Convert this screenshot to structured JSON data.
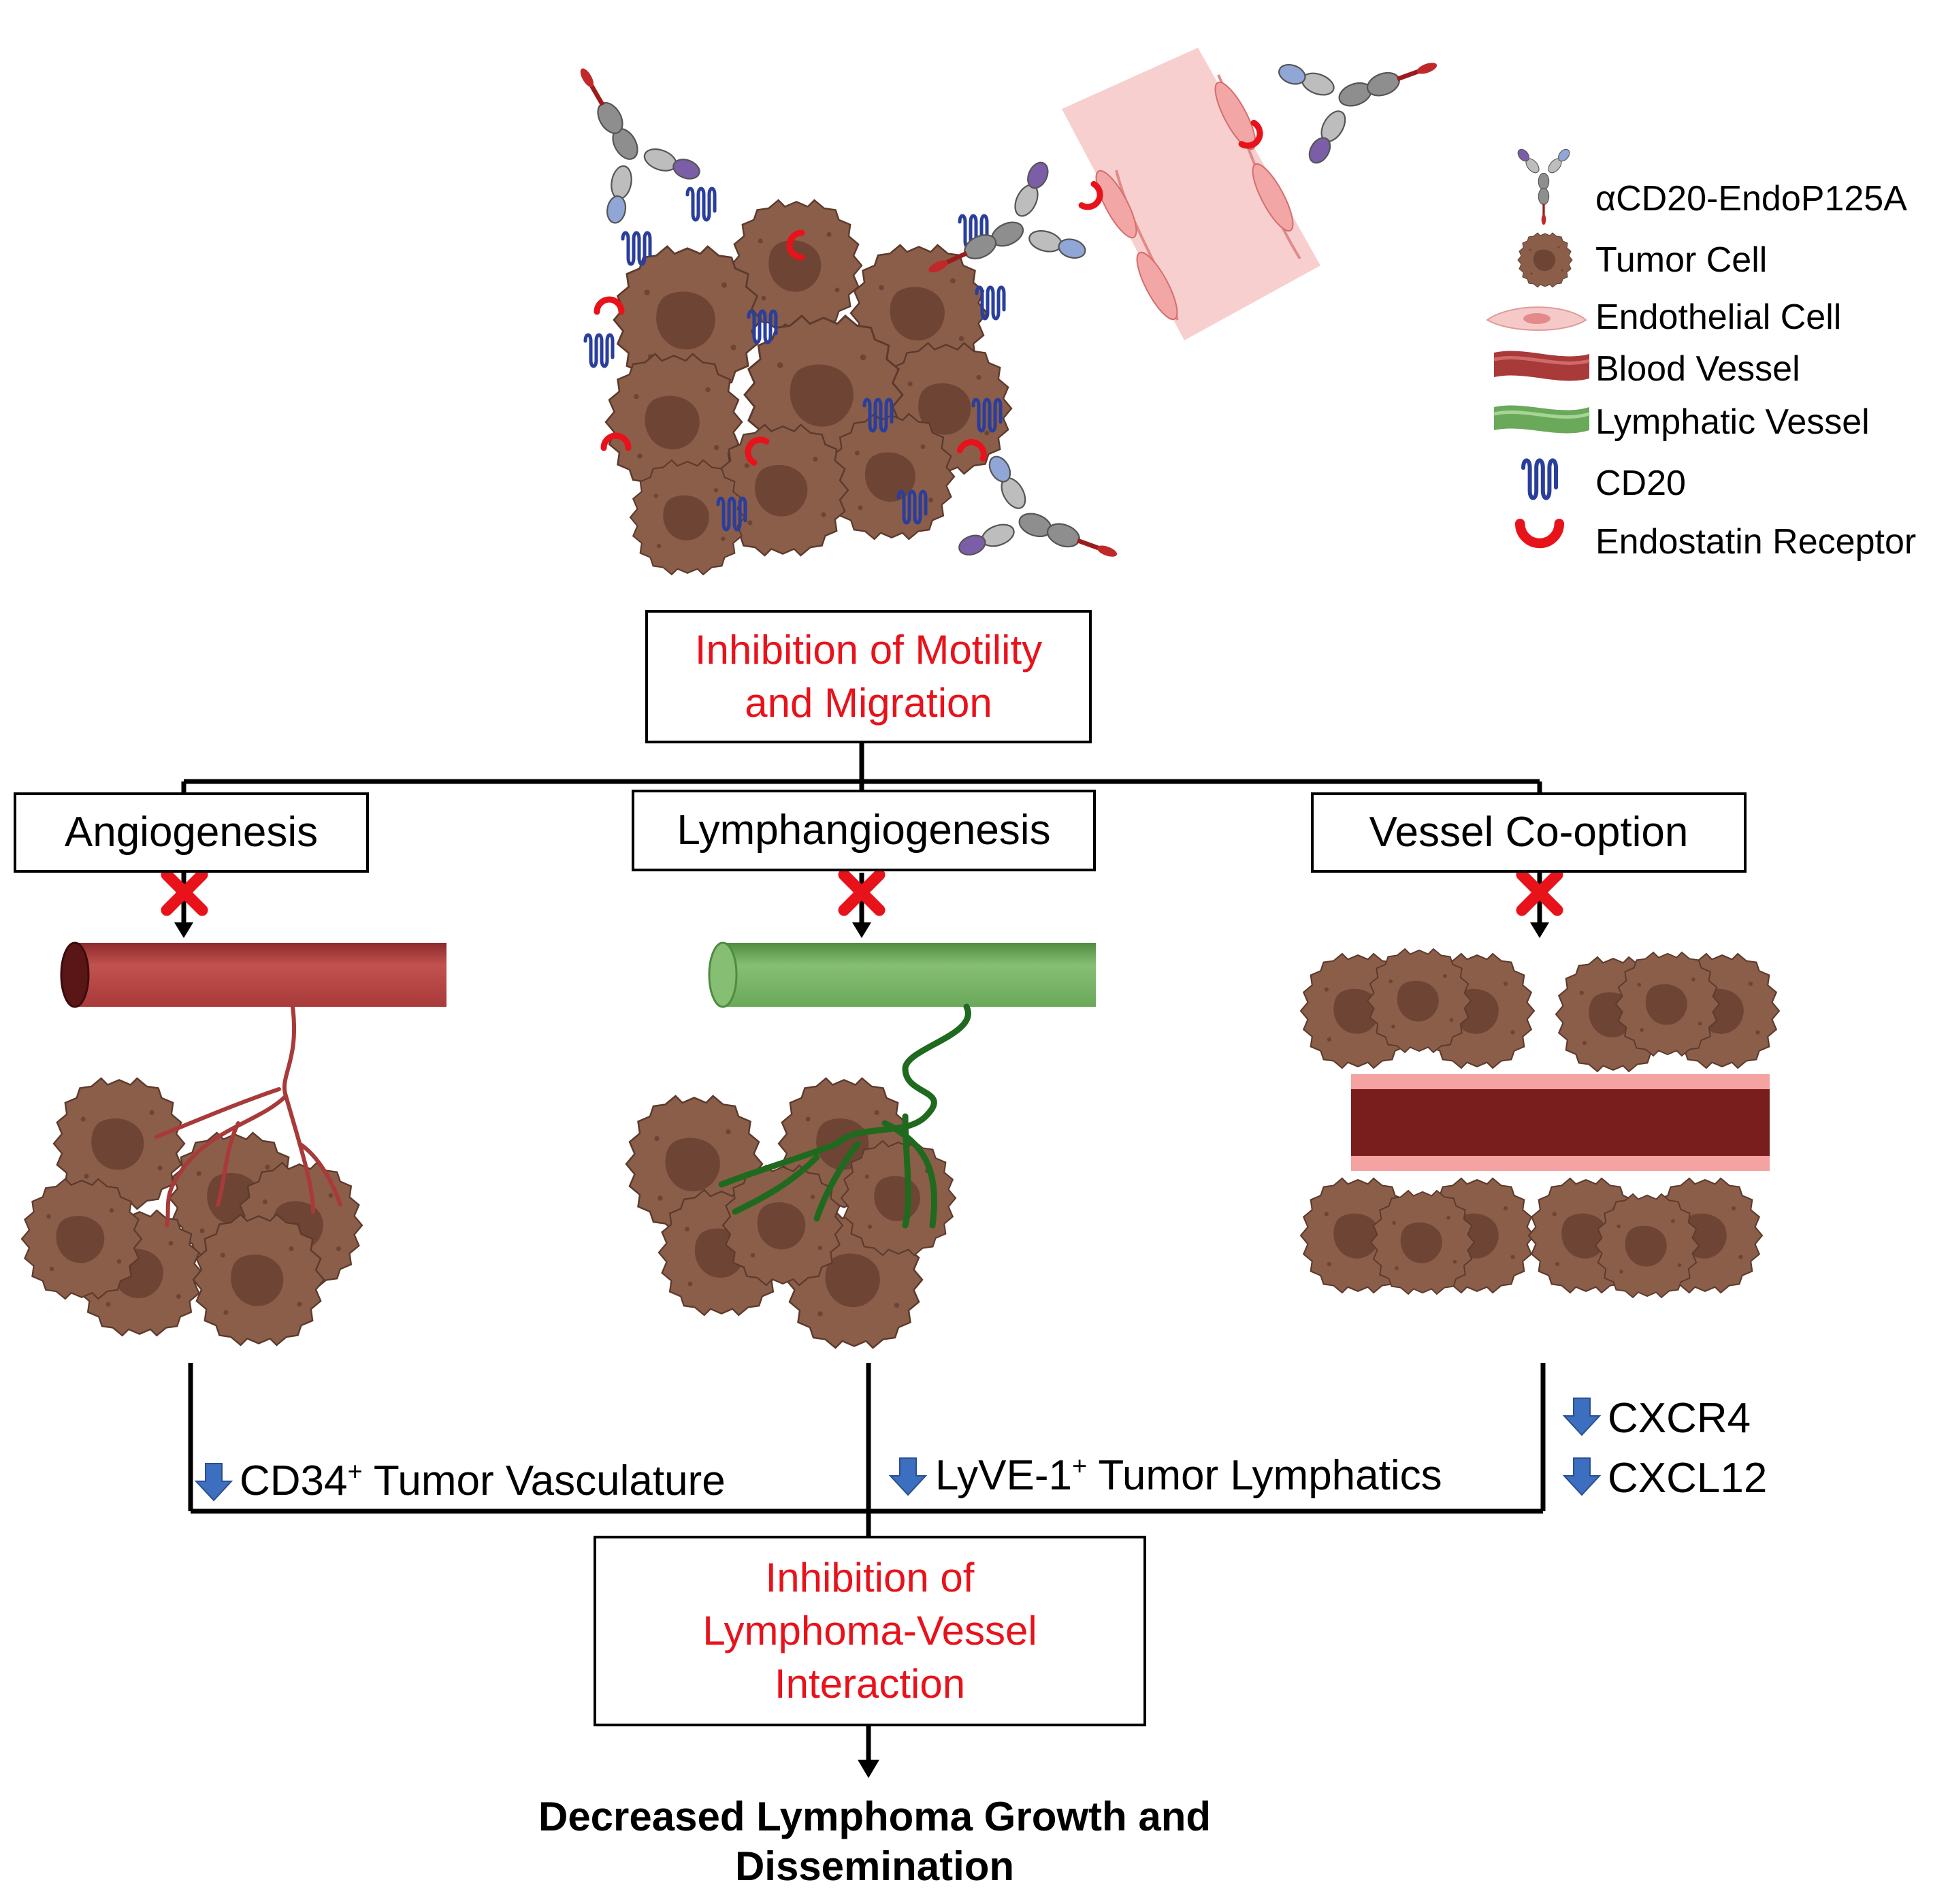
{
  "legend": {
    "items": [
      {
        "label": "αCD20-EndoP125A",
        "icon": "antibody-icon"
      },
      {
        "label": "Tumor Cell",
        "icon": "tumor-cell-icon"
      },
      {
        "label": "Endothelial Cell",
        "icon": "endothelial-cell-icon"
      },
      {
        "label": "Blood Vessel",
        "icon": "blood-vessel-icon"
      },
      {
        "label": "Lymphatic Vessel",
        "icon": "lymphatic-vessel-icon"
      },
      {
        "label": "CD20",
        "icon": "cd20-icon"
      },
      {
        "label": "Endostatin Receptor",
        "icon": "endostatin-receptor-icon"
      }
    ]
  },
  "top_box": {
    "line1": "Inhibition of Motility",
    "line2": "and Migration"
  },
  "branches": [
    {
      "label": "Angiogenesis"
    },
    {
      "label": "Lymphangiogenesis"
    },
    {
      "label": "Vessel Co-option"
    }
  ],
  "effects": {
    "angio": {
      "prefix": "CD34",
      "sup": "+",
      "suffix": " Tumor Vasculature"
    },
    "lymph": {
      "prefix": "LyVE-1",
      "sup": "+",
      "suffix": " Tumor Lymphatics"
    },
    "coopt": [
      "CXCR4",
      "CXCL12"
    ]
  },
  "bottom_box": {
    "line1": "Inhibition of",
    "line2": "Lymphoma-Vessel",
    "line3": "Interaction"
  },
  "final_outcome": {
    "line1": "Decreased Lymphoma Growth and",
    "line2": "Dissemination"
  },
  "colors": {
    "tumor": "#8b5e4a",
    "tumor_nucleus": "#6e4435",
    "blood_vessel": "#a83a3a",
    "lymph_vessel": "#6aa85a",
    "endothelial": "#f6c9c9",
    "receptor": "#e8121b",
    "cd20": "#2a3e9c",
    "down_arrow": "#3c6fbf",
    "text_red": "#e8121b"
  }
}
